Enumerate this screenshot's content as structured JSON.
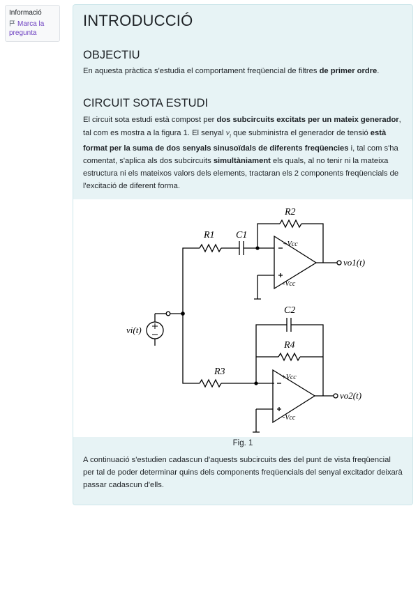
{
  "info": {
    "title": "Informació",
    "flag_label": "Marca la pregunta"
  },
  "page": {
    "title": "INTRODUCCIÓ"
  },
  "section_objective": {
    "heading": "OBJECTIU",
    "text_before": "En aquesta pràctica s'estudia el comportament freqüencial de filtres ",
    "text_bold": "de primer ordre",
    "text_after": "."
  },
  "section_circuit": {
    "heading": "CIRCUIT SOTA ESTUDI",
    "p1_a": "El circuit sota estudi està compost per ",
    "p1_b_bold": "dos subcircuits excitats per un mateix generador",
    "p1_c": ", tal com es mostra a la figura 1. El senyal ",
    "p1_var": "vi",
    "p1_d": " que subministra el generador de tensió ",
    "p1_e_bold": "està format per la suma de dos senyals sinusoïdals de diferents freqüencies",
    "p1_f": " i, tal com s'ha comentat, s'aplica als dos subcircuits ",
    "p1_g_bold": "simultàniament",
    "p1_h": " els quals, al no tenir ni la mateixa estructura ni els mateixos valors dels elements, tractaran els 2 components freqüencials de l'excitació de diferent forma."
  },
  "figure": {
    "caption": "Fig. 1",
    "labels": {
      "R1": "R1",
      "C1": "C1",
      "R2": "R2",
      "C2": "C2",
      "R3": "R3",
      "R4": "R4",
      "vcc_pos": "+Vcc",
      "vcc_neg": "-Vcc",
      "vo1": "vo1(t)",
      "vo2": "vo2(t)",
      "vi": "vi(t)"
    }
  },
  "closing": {
    "text": "A continuació s'estudien cadascun d'aquests subcircuits des del punt de vista freqüencial per tal de poder determinar quins dels components freqüencials del senyal excitador deixarà passar cadascun d'ells."
  }
}
